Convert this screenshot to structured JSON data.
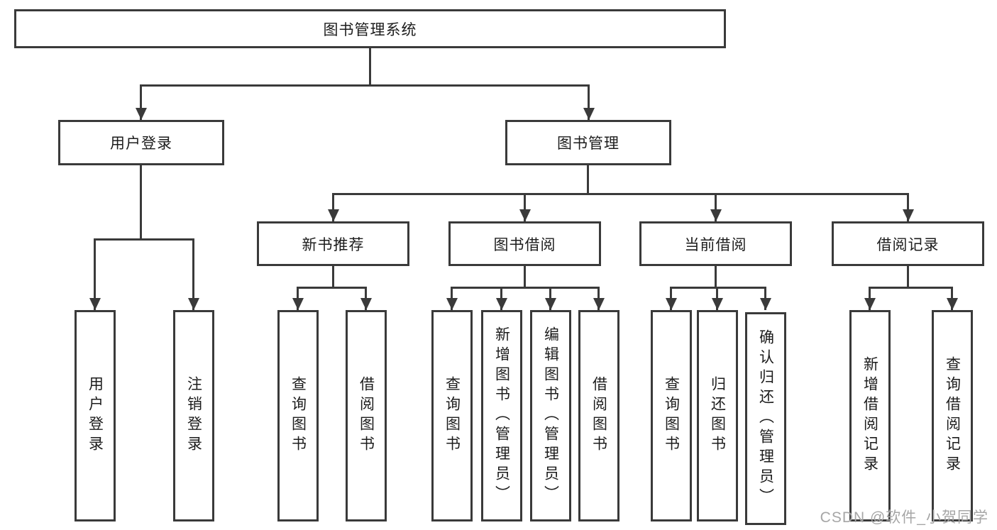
{
  "diagram_type": "hierarchy-tree",
  "nodes": {
    "root": "图书管理系统",
    "user_login": "用户登录",
    "book_management": "图书管理",
    "new_book_recommend": "新书推荐",
    "book_borrow": "图书借阅",
    "current_borrow": "当前借阅",
    "borrow_record": "借阅记录",
    "user_login_leaf": "用户登录",
    "logout_leaf": "注销登录",
    "query_book_a": "查询图书",
    "borrow_book_a": "借阅图书",
    "query_book_b": "查询图书",
    "add_book_admin": "新增图书（管理员）",
    "edit_book_admin": "编辑图书（管理员）",
    "borrow_book_b": "借阅图书",
    "query_book_c": "查询图书",
    "return_book": "归还图书",
    "confirm_return_admin": "确认归还（管理员）",
    "add_borrow_record": "新增借阅记录",
    "query_borrow_record": "查询借阅记录"
  },
  "hierarchy": {
    "图书管理系统": {
      "用户登录": [
        "用户登录",
        "注销登录"
      ],
      "图书管理": {
        "新书推荐": [
          "查询图书",
          "借阅图书"
        ],
        "图书借阅": [
          "查询图书",
          "新增图书（管理员）",
          "编辑图书（管理员）",
          "借阅图书"
        ],
        "当前借阅": [
          "查询图书",
          "归还图书",
          "确认归还（管理员）"
        ],
        "借阅记录": [
          "新增借阅记录",
          "查询借阅记录"
        ]
      }
    }
  },
  "colors": {
    "line": "#3a3a3a",
    "text": "#1c1c1c",
    "background": "#ffffff",
    "watermark": "#a6a6a6"
  },
  "watermark": "CSDN @软件_小贺同学"
}
